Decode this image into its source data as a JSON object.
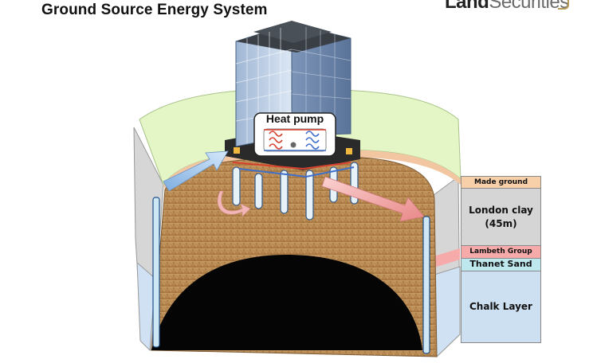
{
  "header": {
    "title": "Ground Source Energy System",
    "logo_text_bold": "Land",
    "logo_text_light": "Securities"
  },
  "diagram": {
    "heat_pump_label": "Heat pump",
    "strata": [
      {
        "name": "made-ground",
        "label": "Made ground",
        "color": "#f7cfa9"
      },
      {
        "name": "london-clay",
        "label": "London clay",
        "sublabel": "(45m)",
        "color": "#d5d5d5"
      },
      {
        "name": "lambeth-group",
        "label": "Lambeth Group",
        "color": "#f6aaaa"
      },
      {
        "name": "thanet-sand",
        "label": "Thanet Sand",
        "color": "#bfe8ee"
      },
      {
        "name": "chalk-layer",
        "label": "Chalk Layer",
        "color": "#cde0f2"
      }
    ],
    "colors": {
      "surface_grass": "#e4f5c6",
      "soil": "#b6864e",
      "cavity": "#050505",
      "cold_arrow": "#9cc3ea",
      "hot_arrow": "#f2a2a2",
      "pipe_red": "#d8402e",
      "pipe_blue": "#3f6fc9"
    }
  }
}
